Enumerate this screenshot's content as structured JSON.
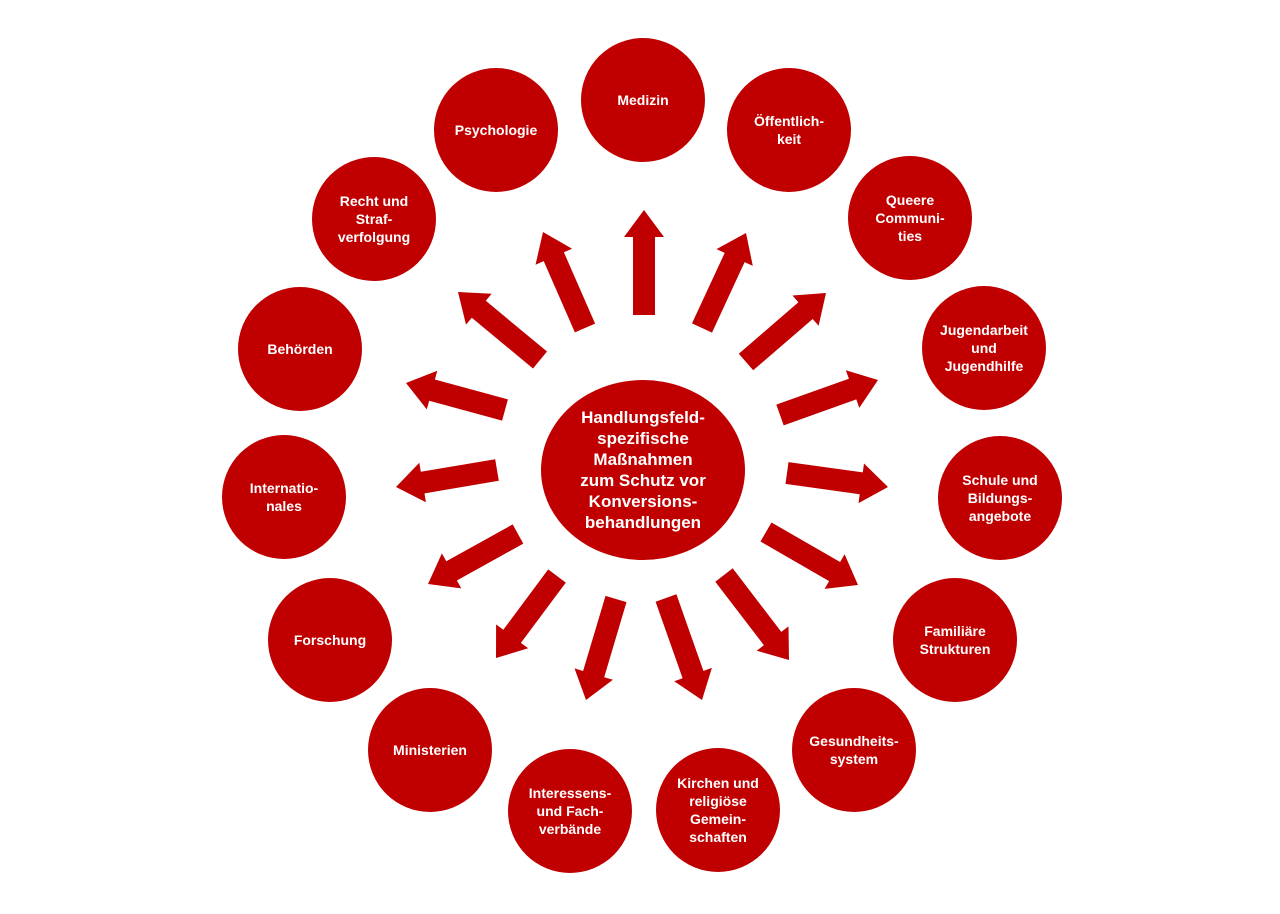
{
  "colors": {
    "circle_fill": "#c00000",
    "arrow_fill": "#c00000",
    "text": "#ffffff",
    "background": "#ffffff"
  },
  "center": {
    "label": "Handlungsfeld-\nspezifische\nMaßnahmen\nzum Schutz vor\nKonversions-\nbehandlungen"
  },
  "nodes": [
    {
      "id": "medizin",
      "label": "Medizin"
    },
    {
      "id": "oeffentlichkeit",
      "label": "Öffentlich-\nkeit"
    },
    {
      "id": "queere-communities",
      "label": "Queere\nCommuni-\nties"
    },
    {
      "id": "jugendarbeit",
      "label": "Jugendarbeit\nund\nJugendhilfe"
    },
    {
      "id": "schule",
      "label": "Schule und\nBildungs-\nangebote"
    },
    {
      "id": "familiaere-strukturen",
      "label": "Familiäre\nStrukturen"
    },
    {
      "id": "gesundheitssystem",
      "label": "Gesundheits-\nsystem"
    },
    {
      "id": "kirchen",
      "label": "Kirchen und\nreligiöse\nGemein-\nschaften"
    },
    {
      "id": "interessensverbaende",
      "label": "Interessens-\nund Fach-\nverbände"
    },
    {
      "id": "ministerien",
      "label": "Ministerien"
    },
    {
      "id": "forschung",
      "label": "Forschung"
    },
    {
      "id": "internationales",
      "label": "Internatio-\nnales"
    },
    {
      "id": "behoerden",
      "label": "Behörden"
    },
    {
      "id": "recht",
      "label": "Recht und\nStraf-\nverfolgung"
    },
    {
      "id": "psychologie",
      "label": "Psychologie"
    }
  ]
}
